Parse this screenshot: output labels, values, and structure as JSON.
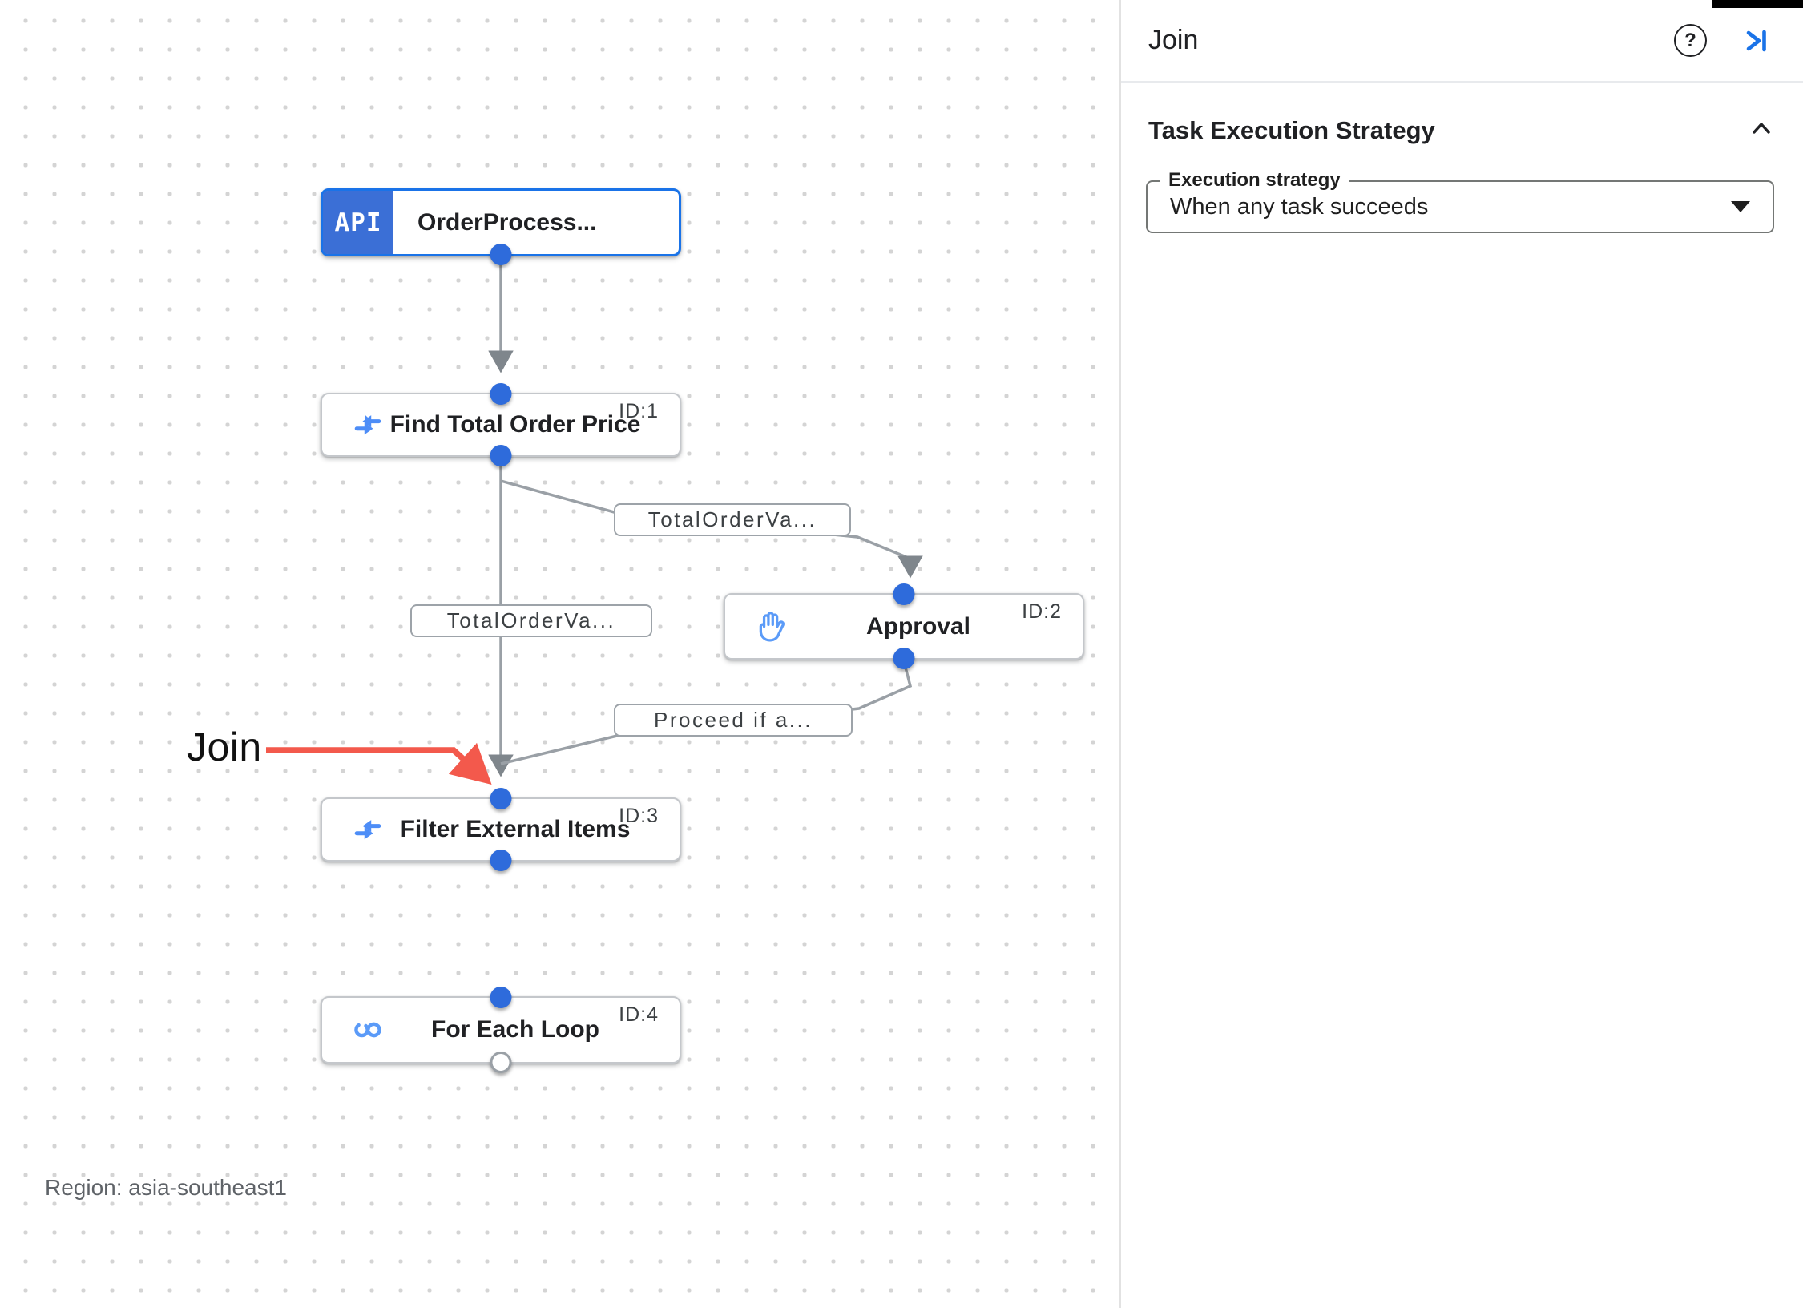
{
  "canvas": {
    "region_label": "Region: asia-southeast1",
    "annotation": {
      "text": "Join",
      "color": "#f3594c"
    },
    "nodes": [
      {
        "id": "",
        "label": "OrderProcess...",
        "type": "api-trigger",
        "badge": "API",
        "icon": "api-trigger-icon"
      },
      {
        "id": "ID:1",
        "label": "Find Total Order Price",
        "type": "data-mapping",
        "icon": "data-mapping-icon"
      },
      {
        "id": "ID:2",
        "label": "Approval",
        "type": "approval",
        "icon": "hand-icon"
      },
      {
        "id": "ID:3",
        "label": "Filter External Items",
        "type": "data-mapping",
        "icon": "data-mapping-icon"
      },
      {
        "id": "ID:4",
        "label": "For Each Loop",
        "type": "loop",
        "icon": "loop-icon"
      }
    ],
    "edge_labels": [
      "TotalOrderVa...",
      "TotalOrderVa...",
      "Proceed if a..."
    ]
  },
  "panel": {
    "title": "Join",
    "help_glyph": "?",
    "icons": [
      "help-icon",
      "collapse-panel-icon"
    ],
    "section": {
      "title": "Task Execution Strategy",
      "field_label": "Execution strategy",
      "field_value": "When any task succeeds"
    }
  },
  "colors": {
    "node_blue_border": "#1a73e8",
    "badge_blue": "#3b6fd6",
    "port_blue": "#2e6bdb",
    "edge_gray": "#9aa0a6",
    "arrow_gray": "#7f868c",
    "icon_blue": "#4d8df7",
    "annotation_red": "#f3594c",
    "panel_accent_blue": "#1a73e8"
  }
}
